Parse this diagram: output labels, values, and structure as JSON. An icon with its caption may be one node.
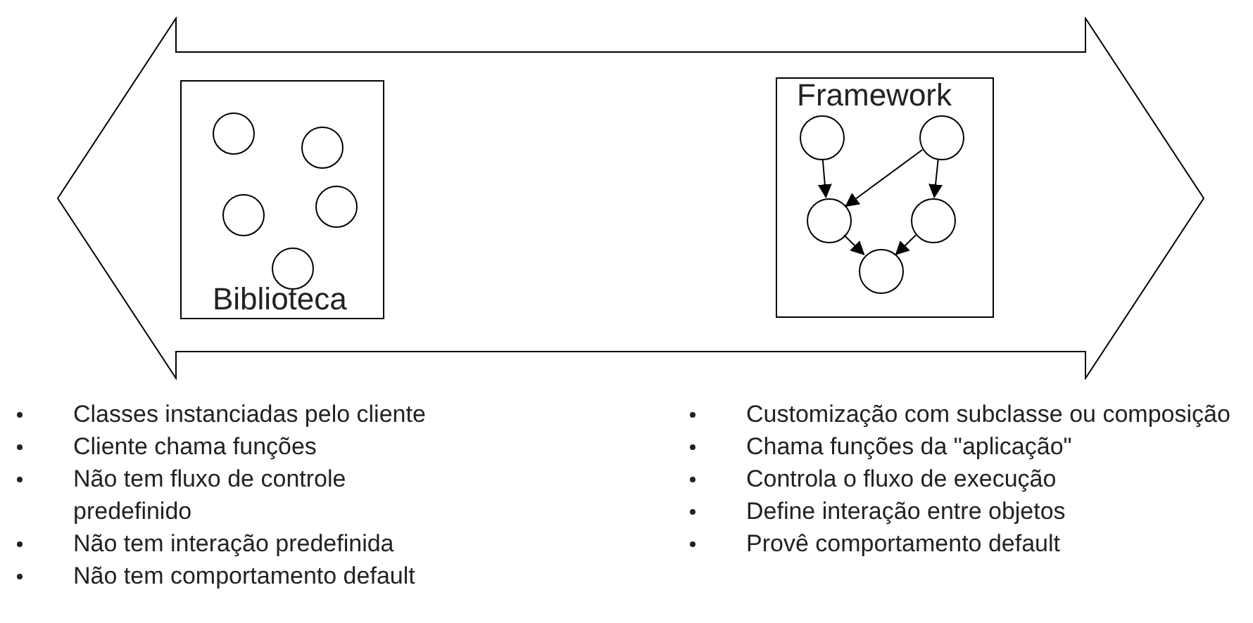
{
  "diagram": {
    "nodes": [
      {
        "text": [],
        "shape": "arrow"
      },
      {
        "text": [
          "Biblioteca"
        ],
        "in": 0
      },
      {
        "text": [],
        "shape": "circle",
        "in": 1
      },
      {
        "text": [],
        "shape": "circle",
        "in": 1
      },
      {
        "text": [],
        "shape": "circle",
        "in": 1
      },
      {
        "text": [],
        "shape": "circle",
        "in": 1
      },
      {
        "text": [],
        "shape": "circle",
        "in": 1
      },
      {
        "text": [
          "Framework"
        ],
        "in": 0
      },
      {
        "text": [],
        "shape": "circle",
        "in": 7
      },
      {
        "text": [],
        "shape": "circle",
        "in": 7
      },
      {
        "text": [],
        "shape": "circle",
        "in": 7
      },
      {
        "text": [],
        "shape": "circle",
        "in": 7
      },
      {
        "text": [],
        "shape": "circle",
        "in": 7
      }
    ],
    "edges": [
      {
        "from": 8,
        "to": 10,
        "arrow": "to"
      },
      {
        "from": 9,
        "to": 10,
        "arrow": "to"
      },
      {
        "from": 9,
        "to": 11,
        "arrow": "to"
      },
      {
        "from": 10,
        "to": 12,
        "arrow": "to"
      },
      {
        "from": 11,
        "to": 12,
        "arrow": "to"
      }
    ],
    "labels": [
      "Classes instanciadas pelo cliente",
      "Cliente chama funções",
      "Não tem fluxo de controle predefinido",
      "Não tem interação predefinida",
      "Não tem comportamento default",
      "Customização com subclasse ou composição",
      "Chama funções da \"aplicação\"",
      "Controla o fluxo de execução",
      "Define interação entre objetos",
      "Provê comportamento default"
    ]
  }
}
